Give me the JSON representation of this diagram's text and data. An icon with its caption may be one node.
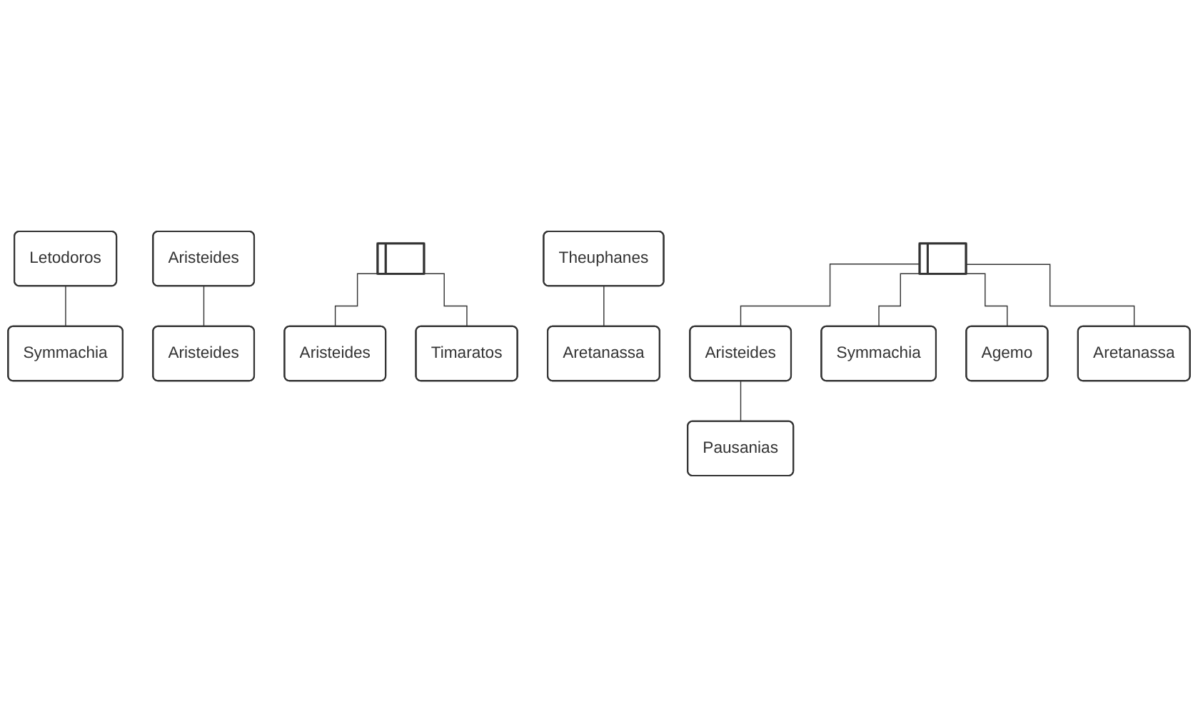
{
  "diagram": {
    "nodes": [
      {
        "text": [
          "Letodoros"
        ]
      },
      {
        "text": [
          "Aristeides"
        ]
      },
      {
        "text": [
          "Symmachia"
        ]
      },
      {
        "text": [],
        "shape": "bar"
      },
      {
        "text": [
          "Aristeides"
        ]
      },
      {
        "text": [
          "Theuphanes"
        ]
      },
      {
        "text": [
          "Aristeides"
        ]
      },
      {
        "text": [
          "Timaratos"
        ]
      },
      {
        "text": [],
        "shape": "bar"
      },
      {
        "text": [
          "Aretanassa"
        ]
      },
      {
        "text": [
          "Aristeides"
        ]
      },
      {
        "text": [
          "Symmachia"
        ]
      },
      {
        "text": [
          "Agemo"
        ]
      },
      {
        "text": [
          "Aretanassa"
        ]
      },
      {
        "text": [
          "Pausanias"
        ]
      }
    ],
    "edges": [
      {
        "from": 0,
        "to": 2,
        "arrow": "none"
      },
      {
        "from": 1,
        "to": 4,
        "arrow": "none"
      },
      {
        "from": 5,
        "to": 9,
        "arrow": "none"
      },
      {
        "from": 3,
        "to": 6,
        "arrow": "none"
      },
      {
        "from": 3,
        "to": 7,
        "arrow": "none"
      },
      {
        "from": 8,
        "to": 10,
        "arrow": "none"
      },
      {
        "from": 8,
        "to": 11,
        "arrow": "none"
      },
      {
        "from": 8,
        "to": 12,
        "arrow": "none"
      },
      {
        "from": 8,
        "to": 13,
        "arrow": "none"
      },
      {
        "from": 10,
        "to": 14,
        "arrow": "none"
      }
    ]
  }
}
